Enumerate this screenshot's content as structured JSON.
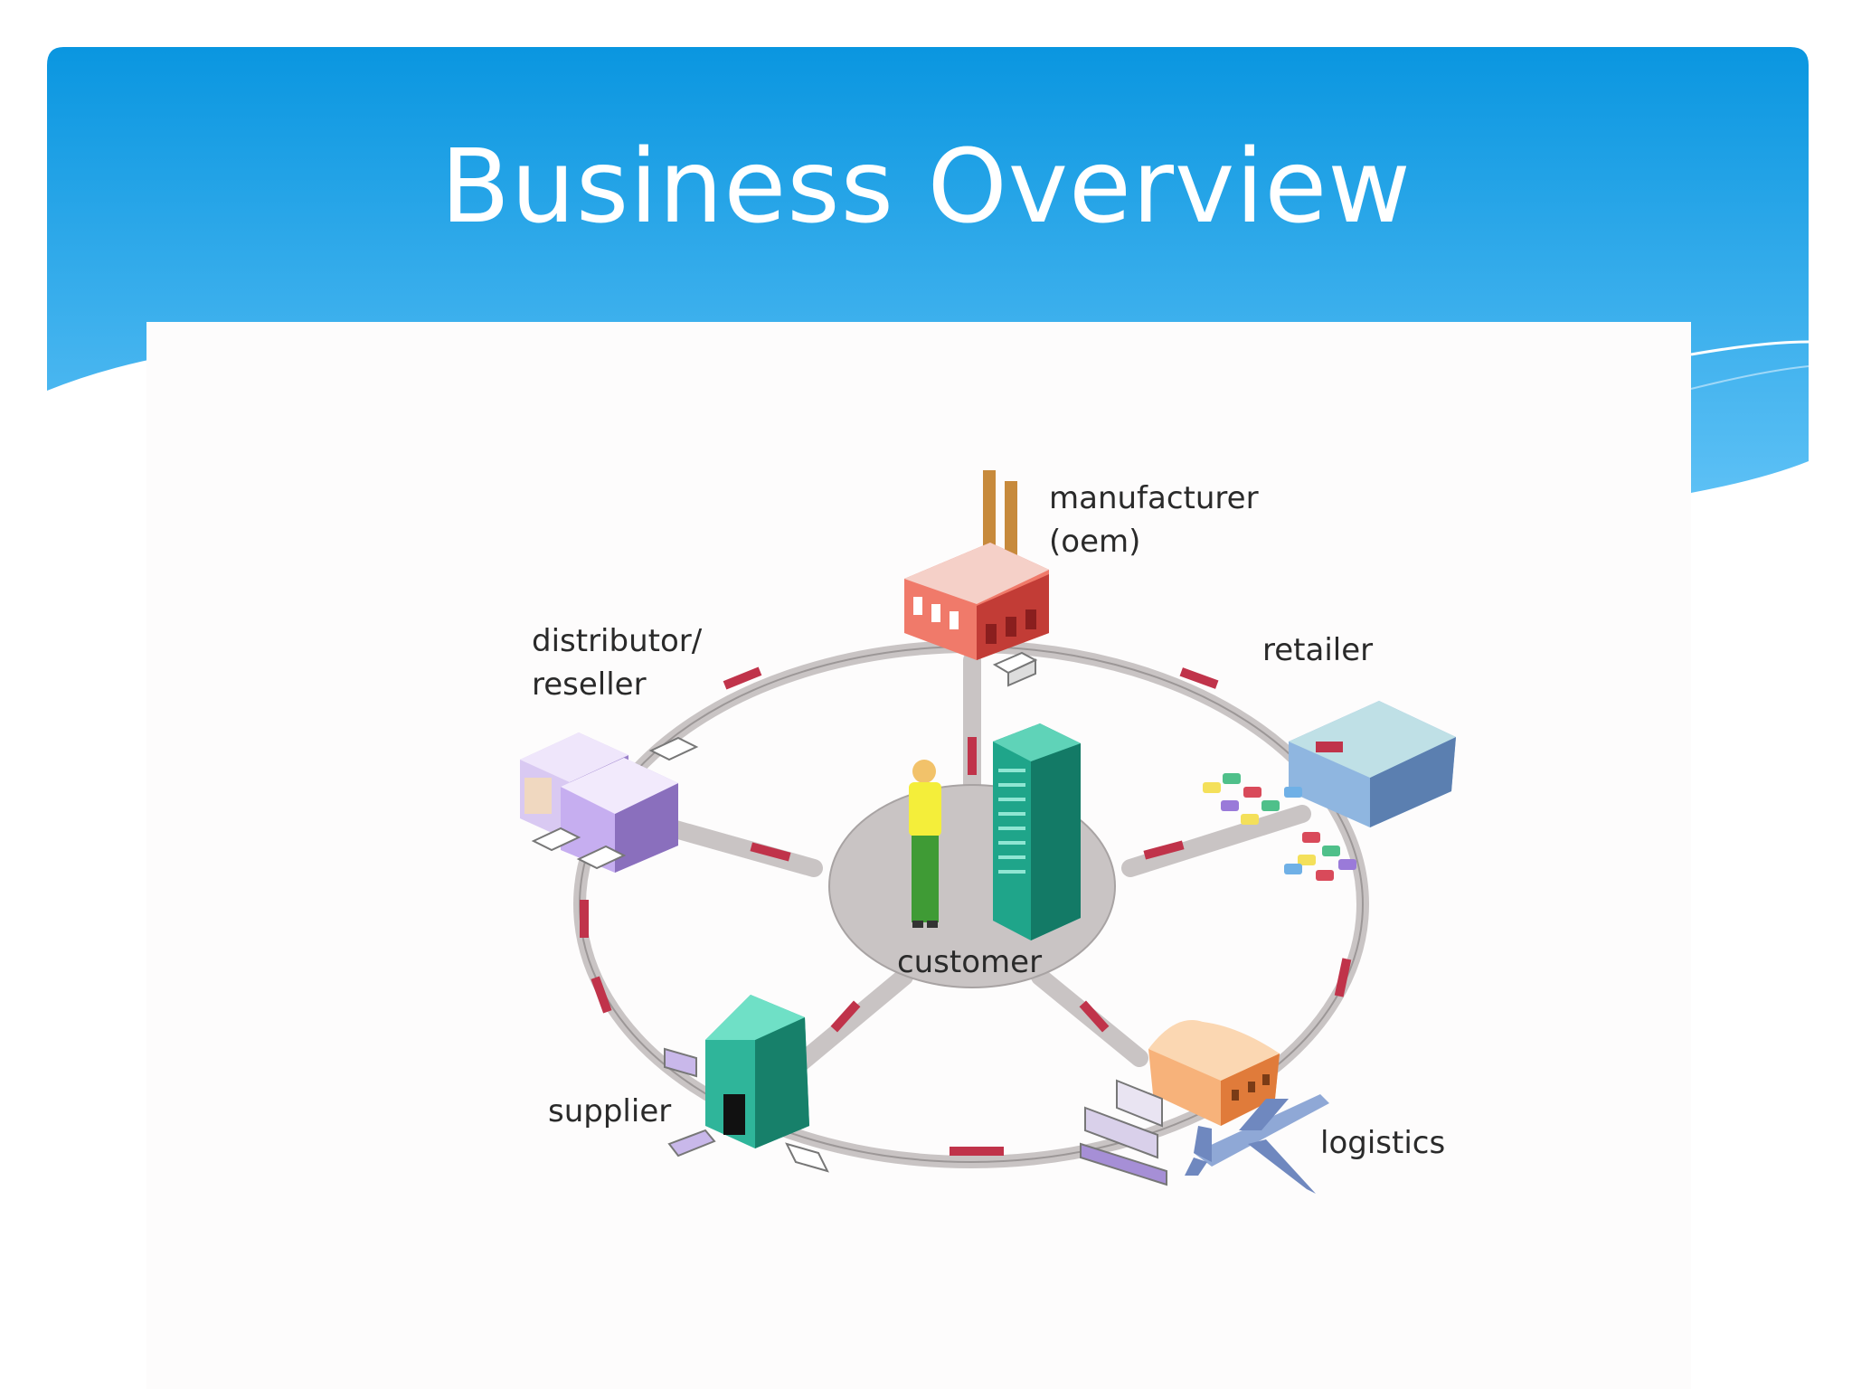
{
  "slide": {
    "title": "Business Overview"
  },
  "diagram": {
    "center": {
      "label": "customer"
    },
    "nodes": [
      {
        "id": "manufacturer",
        "label_line1": "manufacturer",
        "label_line2": "(oem)"
      },
      {
        "id": "retailer",
        "label_line1": "retailer"
      },
      {
        "id": "distributor",
        "label_line1": "distributor/",
        "label_line2": "reseller"
      },
      {
        "id": "supplier",
        "label_line1": "supplier"
      },
      {
        "id": "logistics",
        "label_line1": "logistics"
      }
    ]
  },
  "colors": {
    "banner_top": "#0a96e0",
    "banner_bottom": "#5cc0f5",
    "ring": "#c9c4c4",
    "flow_marker": "#c0334a",
    "factory_red": "#e0524c",
    "building_teal": "#1fa58a",
    "warehouse_purple": "#b79be6",
    "retailer_blue": "#8fb6e0",
    "logistics_orange": "#f39a4e"
  }
}
